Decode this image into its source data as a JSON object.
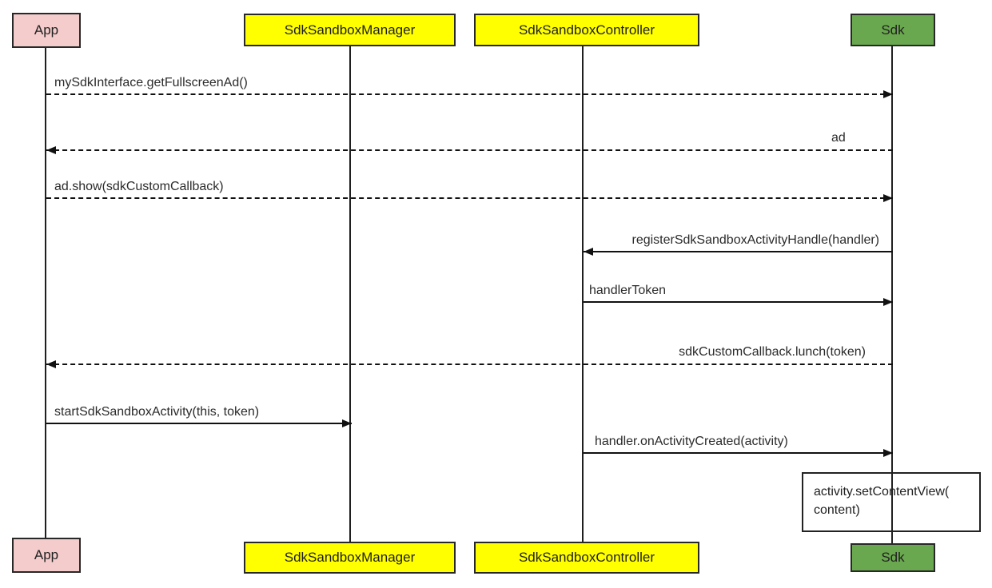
{
  "diagram": {
    "type": "sequence",
    "actors": [
      {
        "id": "app",
        "label": "App",
        "fill": "#f4cccc",
        "border": "#282828"
      },
      {
        "id": "sdk-sandbox-manager",
        "label": "SdkSandboxManager",
        "fill": "#ffff00",
        "border": "#282828"
      },
      {
        "id": "sdk-sandbox-controller",
        "label": "SdkSandboxController",
        "fill": "#ffff00",
        "border": "#282828"
      },
      {
        "id": "sdk",
        "label": "Sdk",
        "fill": "#6aa84f",
        "border": "#282828"
      }
    ],
    "messages": [
      {
        "label": "mySdkInterface.getFullscreenAd()",
        "from": "App",
        "to": "Sdk",
        "line": "dashed",
        "direction": "right"
      },
      {
        "label": "ad",
        "from": "Sdk",
        "to": "App",
        "line": "dashed",
        "direction": "left"
      },
      {
        "label": "ad.show(sdkCustomCallback)",
        "from": "App",
        "to": "Sdk",
        "line": "dashed",
        "direction": "right"
      },
      {
        "label": "registerSdkSandboxActivityHandle(handler)",
        "from": "Sdk",
        "to": "SdkSandboxController",
        "line": "solid",
        "direction": "left"
      },
      {
        "label": "handlerToken",
        "from": "SdkSandboxController",
        "to": "Sdk",
        "line": "solid",
        "direction": "right"
      },
      {
        "label": "sdkCustomCallback.lunch(token)",
        "from": "Sdk",
        "to": "App",
        "line": "dashed",
        "direction": "left"
      },
      {
        "label": "startSdkSandboxActivity(this, token)",
        "from": "App",
        "to": "SdkSandboxManager",
        "line": "solid",
        "direction": "right"
      },
      {
        "label": "handler.onActivityCreated(activity)",
        "from": "SdkSandboxController",
        "to": "Sdk",
        "line": "solid",
        "direction": "right"
      }
    ],
    "note": {
      "attached_to": "Sdk",
      "line1": "activity.setContentView(",
      "line2": "content)"
    }
  }
}
